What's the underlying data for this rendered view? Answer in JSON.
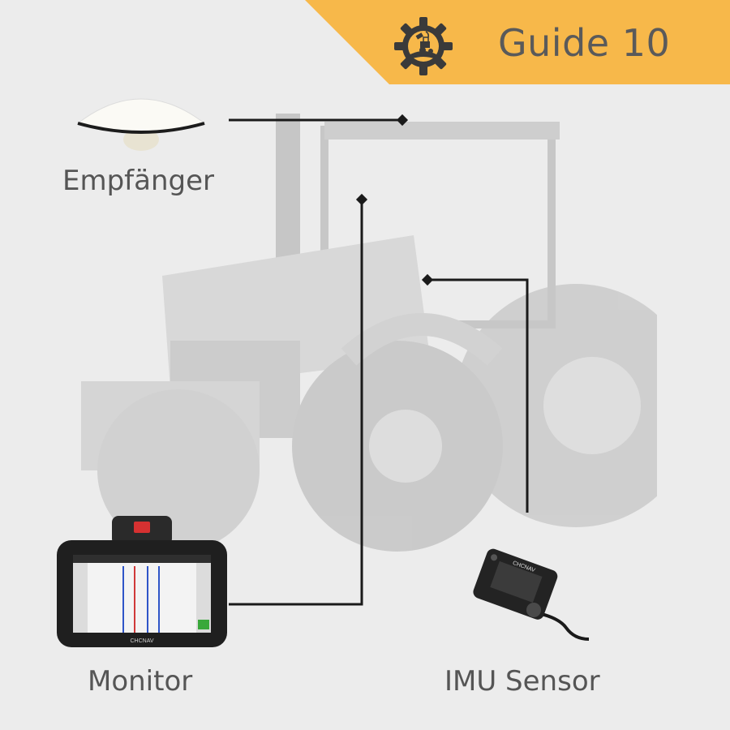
{
  "banner": {
    "title": "Guide 10",
    "color": "#f7b84a"
  },
  "components": {
    "receiver_label": "Empfänger",
    "monitor_label": "Monitor",
    "imu_label": "IMU Sensor"
  },
  "device_text": {
    "monitor_brand": "CHCNAV",
    "imu_brand": "CHCNAV"
  },
  "icons": [
    "gear-icon",
    "satellite-icon",
    "tractor-icon"
  ]
}
